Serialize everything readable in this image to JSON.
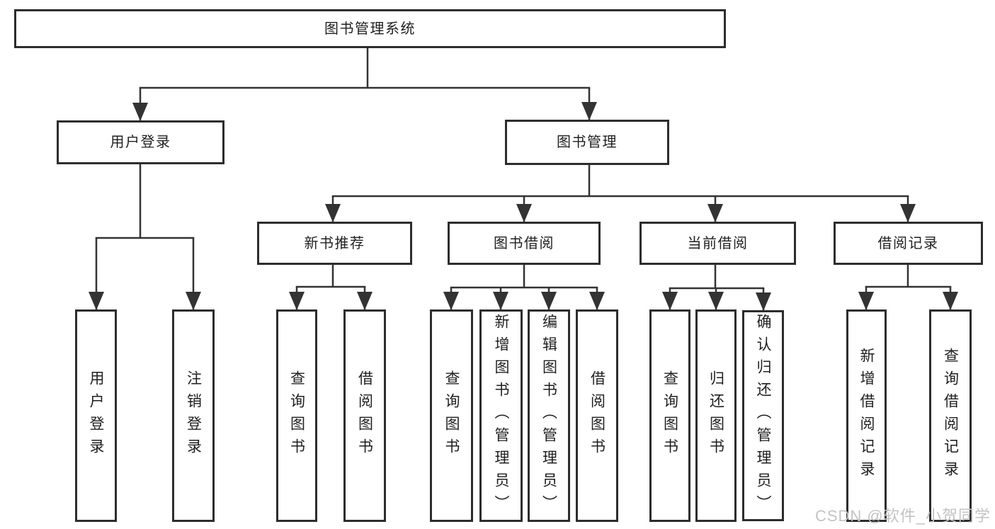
{
  "diagram": {
    "root": {
      "label": "图书管理系统",
      "children": [
        {
          "label": "用户登录",
          "children": [
            {
              "label": "用户登录"
            },
            {
              "label": "注销登录"
            }
          ]
        },
        {
          "label": "图书管理",
          "children": [
            {
              "label": "新书推荐",
              "children": [
                {
                  "label": "查询图书"
                },
                {
                  "label": "借阅图书"
                }
              ]
            },
            {
              "label": "图书借阅",
              "children": [
                {
                  "label": "查询图书"
                },
                {
                  "label": "新增图书（管理员）"
                },
                {
                  "label": "编辑图书（管理员）"
                },
                {
                  "label": "借阅图书"
                }
              ]
            },
            {
              "label": "当前借阅",
              "children": [
                {
                  "label": "查询图书"
                },
                {
                  "label": "归还图书"
                },
                {
                  "label": "确认归还（管理员）"
                }
              ]
            },
            {
              "label": "借阅记录",
              "children": [
                {
                  "label": "新增借阅记录"
                },
                {
                  "label": "查询借阅记录"
                }
              ]
            }
          ]
        }
      ]
    }
  },
  "watermark": {
    "text": "CSDN @软件_小贺同学"
  },
  "colors": {
    "line": "#333333",
    "box_border": "#2d2d2d",
    "box_bg": "#ffffff",
    "text": "#1f1f1f",
    "watermark": "#c3c3c3",
    "page_bg": "#ffffff"
  }
}
